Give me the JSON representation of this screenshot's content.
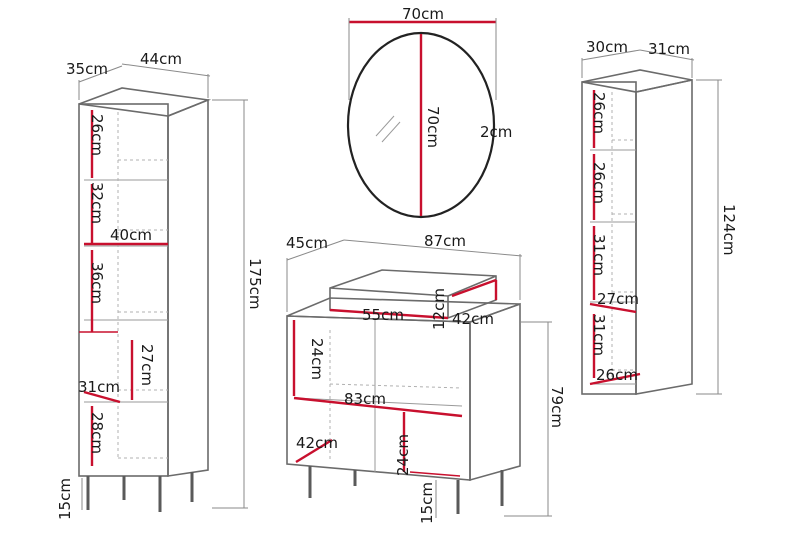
{
  "tall_cabinet": {
    "depth": "35cm",
    "width": "44cm",
    "height": "175cm",
    "leg_height": "15cm",
    "shelf_gap_1": "26cm",
    "shelf_gap_2": "32cm",
    "inner_width": "40cm",
    "shelf_gap_3": "36cm",
    "door_gap": "27cm",
    "lower_depth": "31cm",
    "shelf_gap_4": "28cm"
  },
  "mirror": {
    "width": "70cm",
    "height": "70cm",
    "thickness": "2cm"
  },
  "vanity": {
    "depth": "45cm",
    "width": "87cm",
    "height": "79cm",
    "leg_height": "15cm",
    "basin_width": "55cm",
    "basin_height": "12cm",
    "basin_depth": "42cm",
    "upper_gap": "24cm",
    "inner_width": "83cm",
    "inner_depth": "42cm",
    "lower_gap": "24cm"
  },
  "open_shelf": {
    "depth": "30cm",
    "width": "31cm",
    "height": "124cm",
    "gap_1": "26cm",
    "gap_2": "26cm",
    "gap_3": "31cm",
    "shelf_depth": "27cm",
    "gap_4": "31cm",
    "bottom_depth": "26cm"
  },
  "colors": {
    "dimension_red": "#c8102e",
    "outline_grey": "#6b6b6b"
  }
}
